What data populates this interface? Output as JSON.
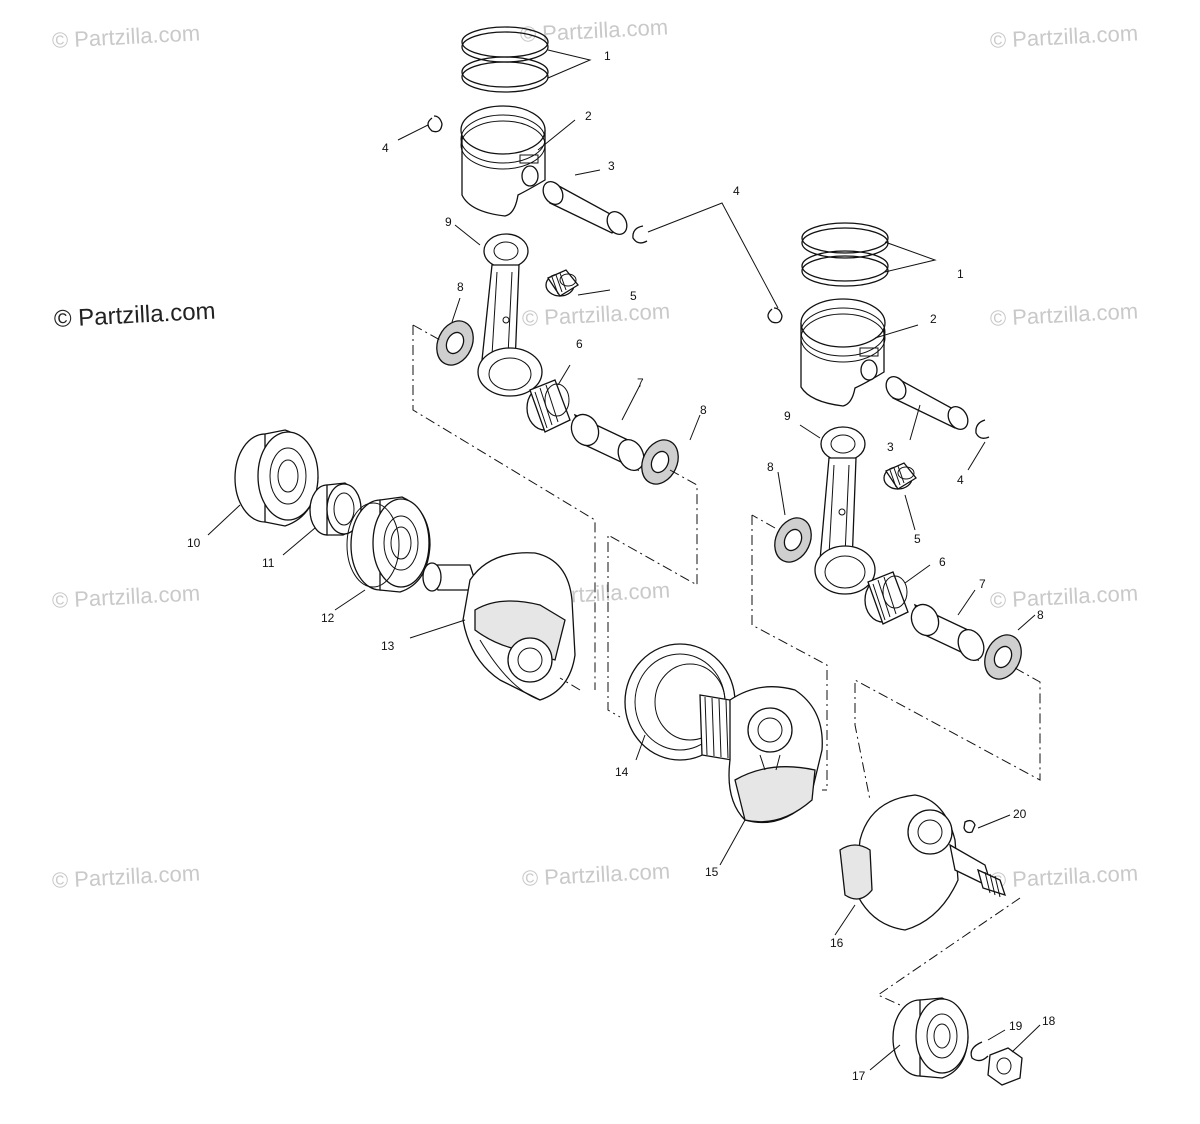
{
  "watermarks": {
    "top_left": "© Partzilla.com",
    "top_center": "© Partzilla.com",
    "top_right": "© Partzilla.com",
    "main": "© Partzilla.com",
    "mid_center": "© Partzilla.com",
    "mid_right": "© Partzilla.com",
    "low_left": "© Partzilla.com",
    "low_center": "© Partzilla.com",
    "low_right": "© Partzilla.com",
    "bottom_left": "© Partzilla.com",
    "bottom_center": "© Partzilla.com",
    "bottom_right": "© Partzilla.com"
  },
  "callouts": {
    "c1a": "1",
    "c2a": "2",
    "c3a": "3",
    "c4a": "4",
    "c4b": "4",
    "c9a": "9",
    "c5a": "5",
    "c8a": "8",
    "c6a": "6",
    "c7a": "7",
    "c8b": "8",
    "c1b": "1",
    "c2b": "2",
    "c9b": "9",
    "c3b": "3",
    "c4c": "4",
    "c8c": "8",
    "c5b": "5",
    "c6b": "6",
    "c7b": "7",
    "c8d": "8",
    "c10": "10",
    "c11": "11",
    "c12": "12",
    "c13": "13",
    "c14": "14",
    "c15": "15",
    "c16": "16",
    "c17": "17",
    "c18": "18",
    "c19": "19",
    "c20": "20"
  }
}
